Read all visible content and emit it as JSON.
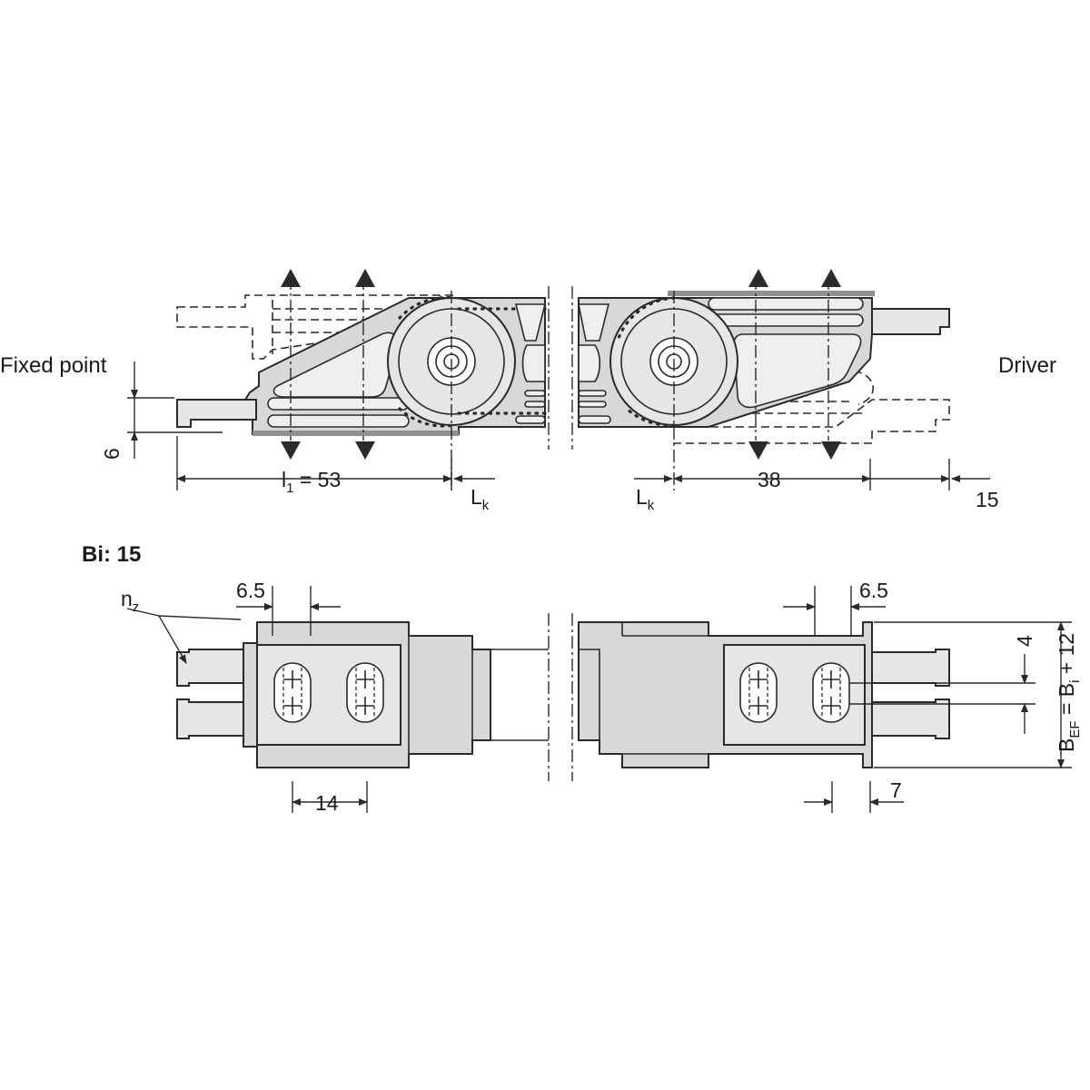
{
  "labels": {
    "fixed_point": "Fixed point",
    "driver": "Driver",
    "section_title": "Bi: 15"
  },
  "dimensions": {
    "dim_6": "6",
    "l1_prefix": "l",
    "l1_sub": "1",
    "l1_value": " = 53",
    "lk_left_main": "L",
    "lk_left_sub": "k",
    "lk_right_main": "L",
    "lk_right_sub": "k",
    "dim_38": "38",
    "dim_15": "15",
    "nz_main": "n",
    "nz_sub": "z",
    "dim_6_5_left": "6.5",
    "dim_6_5_right": "6.5",
    "dim_14": "14",
    "dim_7": "7",
    "dim_4": "4",
    "bef_main": "B",
    "bef_sub": "EF",
    "bef_mid": " = B",
    "bef_sub2": "i",
    "bef_tail": " + 12"
  }
}
